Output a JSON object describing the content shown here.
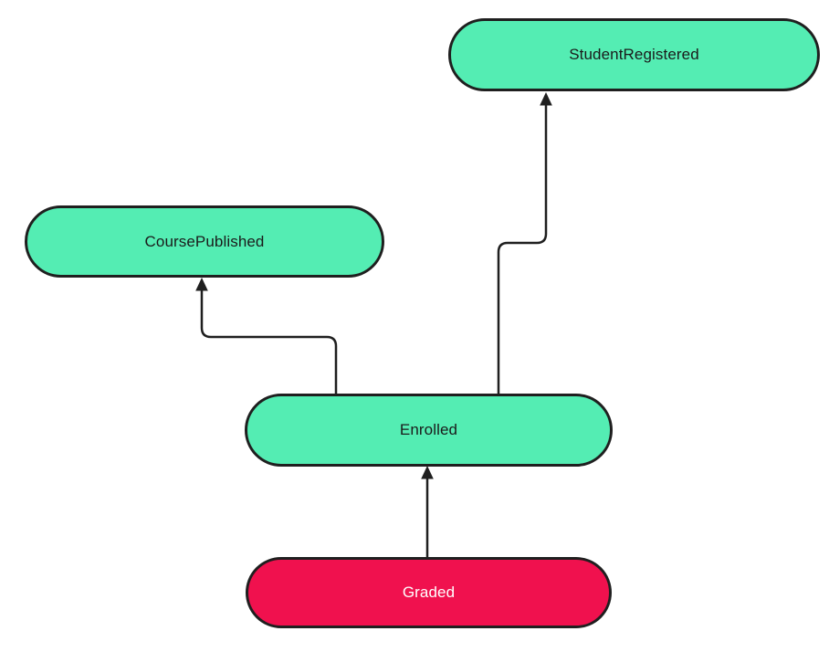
{
  "diagram": {
    "type": "flowchart",
    "background": "#ffffff",
    "colors": {
      "edge": "#1f1f1f",
      "green_node_fill": "#54edb3",
      "red_node_fill": "#f0114e",
      "dark_text": "#1b1b1b",
      "light_text": "#ffffff"
    },
    "nodes": [
      {
        "id": "StudentRegistered",
        "label": "StudentRegistered",
        "fill": "#54edb3",
        "text_color": "#1b1b1b"
      },
      {
        "id": "CoursePublished",
        "label": "CoursePublished",
        "fill": "#54edb3",
        "text_color": "#1b1b1b"
      },
      {
        "id": "Enrolled",
        "label": "Enrolled",
        "fill": "#54edb3",
        "text_color": "#1b1b1b"
      },
      {
        "id": "Graded",
        "label": "Graded",
        "fill": "#f0114e",
        "text_color": "#ffffff"
      }
    ],
    "edges": [
      {
        "from": "Graded",
        "to": "Enrolled"
      },
      {
        "from": "Enrolled",
        "to": "CoursePublished"
      },
      {
        "from": "Enrolled",
        "to": "StudentRegistered"
      }
    ]
  }
}
